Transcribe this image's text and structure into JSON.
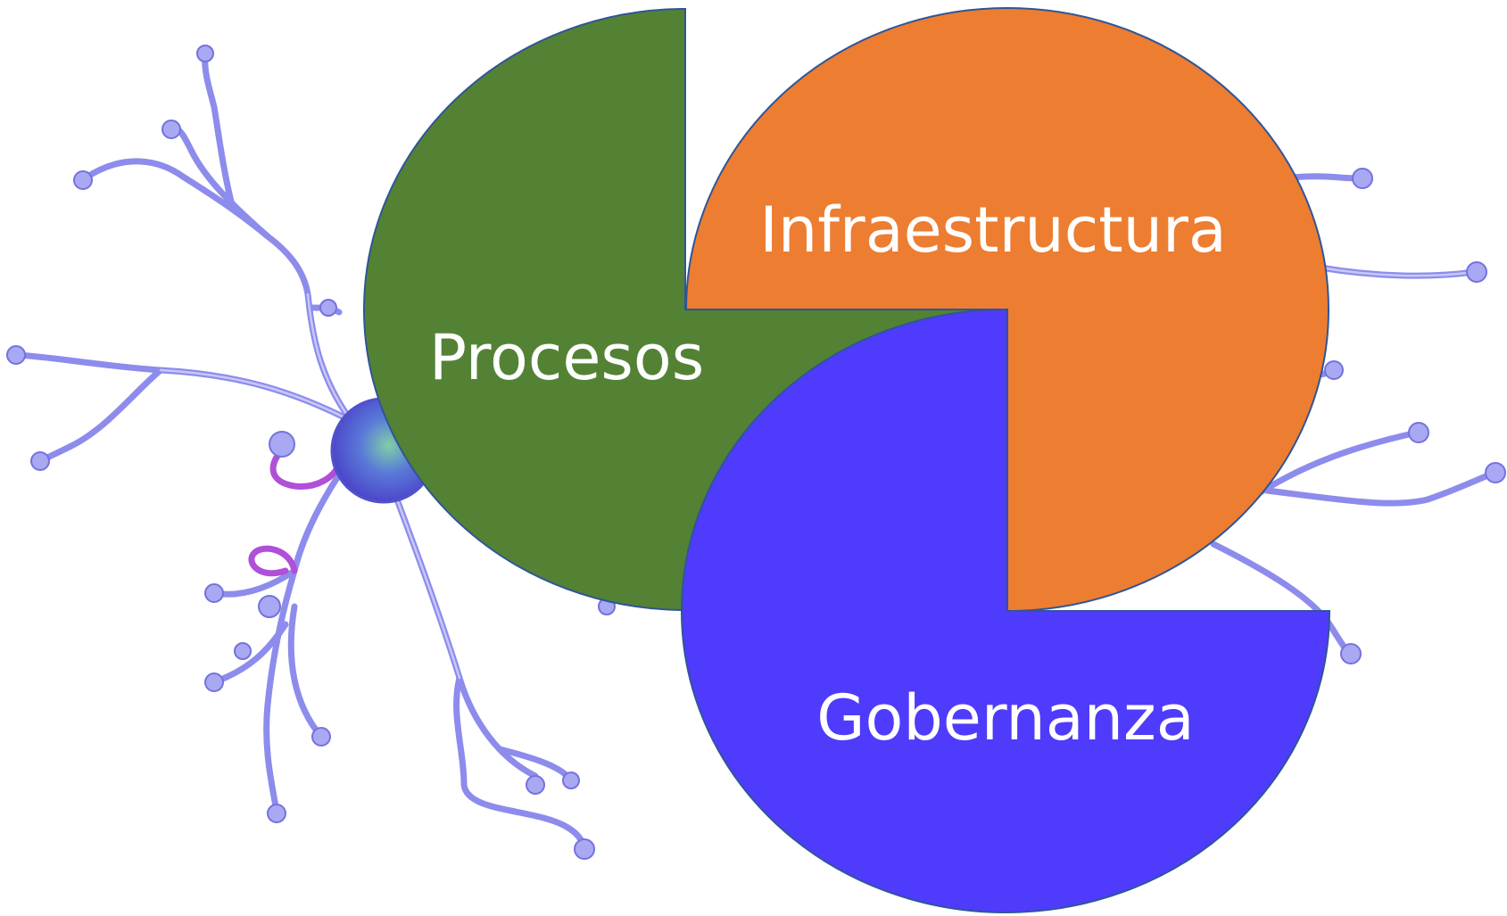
{
  "diagram": {
    "segments": [
      {
        "id": "procesos",
        "label": "Procesos",
        "color": "#548235"
      },
      {
        "id": "infraestructura",
        "label": "Infraestructura",
        "color": "#ED7D31"
      },
      {
        "id": "gobernanza",
        "label": "Gobernanza",
        "color": "#4F3BFB"
      }
    ],
    "outline_color": "#2F5597",
    "background_image": "neuron-illustration",
    "neuron_color": "#8D8CEC"
  }
}
